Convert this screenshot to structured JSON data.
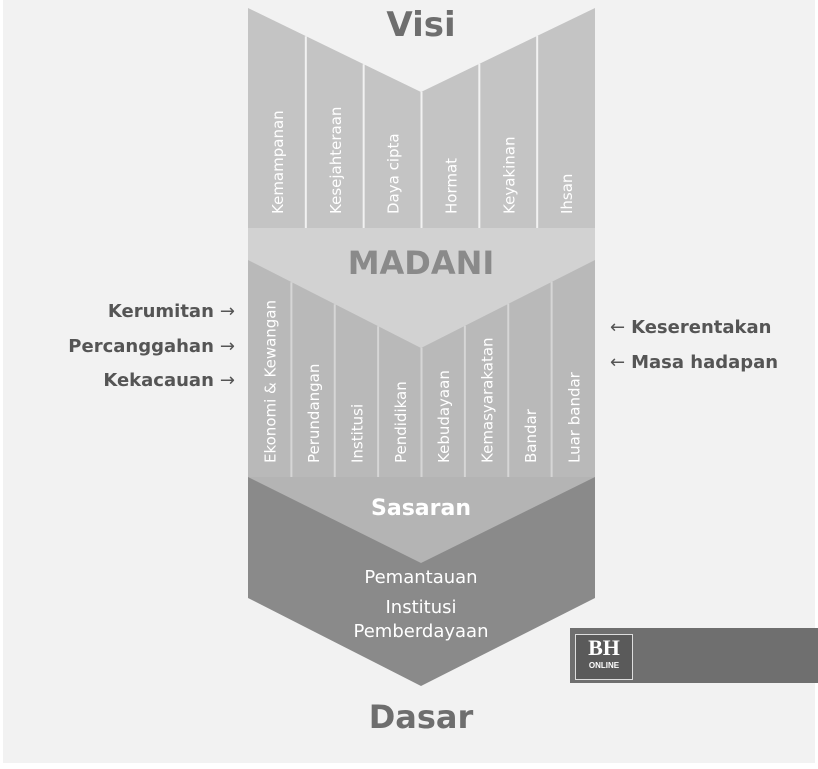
{
  "visi": {
    "title": "Visi",
    "columns": [
      "Kemampanan",
      "Kesejahteraan",
      "Daya cipta",
      "Hormat",
      "Keyakinan",
      "Ihsan"
    ]
  },
  "madani": {
    "title": "MADANI",
    "columns": [
      "Ekonomi & Kewangan",
      "Perundangan",
      "Institusi",
      "Pendidikan",
      "Kebudayaan",
      "Kemasyarakatan",
      "Bandar",
      "Luar bandar"
    ]
  },
  "sasaran": {
    "title": "Sasaran",
    "items": [
      "Pemantauan",
      "Institusi",
      "Pemberdayaan"
    ]
  },
  "dasar": {
    "title": "Dasar"
  },
  "left_challenges": [
    "Kerumitan",
    "Percanggahan",
    "Kekacauan"
  ],
  "right_challenges": [
    "Keserentakan",
    "Masa hadapan"
  ],
  "arrows": {
    "right": "→",
    "left": "←"
  },
  "logo": {
    "text": "BH",
    "subtext": "ONLINE"
  },
  "colors": {
    "background": "#f2f2f2",
    "light_gray": "#d2d2d2",
    "mid_gray": "#b9b9b9",
    "dark_gray": "#8a8a8a",
    "text_gray": "#777777",
    "title_gray": "#6e6e6e"
  }
}
